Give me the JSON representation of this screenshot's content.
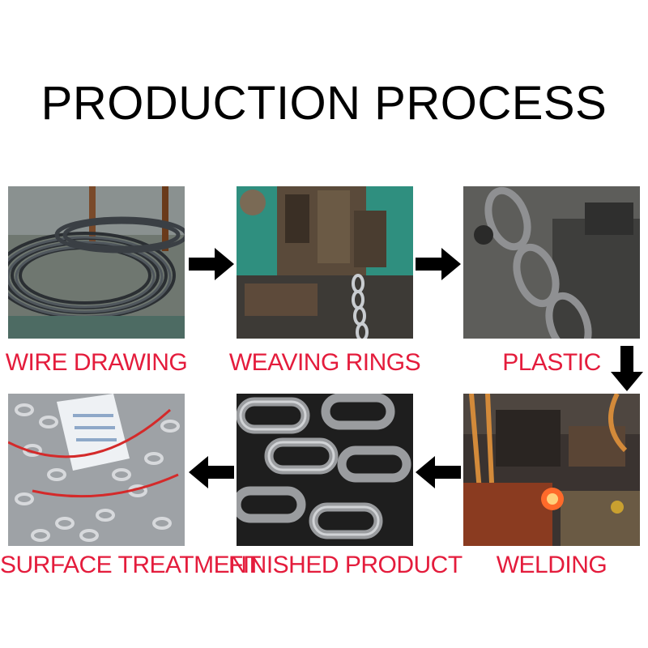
{
  "title": "PRODUCTION PROCESS",
  "steps": [
    {
      "label": "WIRE DRAWING",
      "photo": "wire-coils"
    },
    {
      "label": "WEAVING RINGS",
      "photo": "chain-weaving-machine"
    },
    {
      "label": "PLASTIC",
      "photo": "chain-forming"
    },
    {
      "label": "WELDING",
      "photo": "welding-machine"
    },
    {
      "label": "FINISHED PRODUCT",
      "photo": "steel-chain-links"
    },
    {
      "label": "SURFACE TREATMENT",
      "photo": "galvanized-chain-pile"
    }
  ],
  "colors": {
    "label": "#e41c3c",
    "title": "#000000",
    "arrow": "#000000"
  }
}
